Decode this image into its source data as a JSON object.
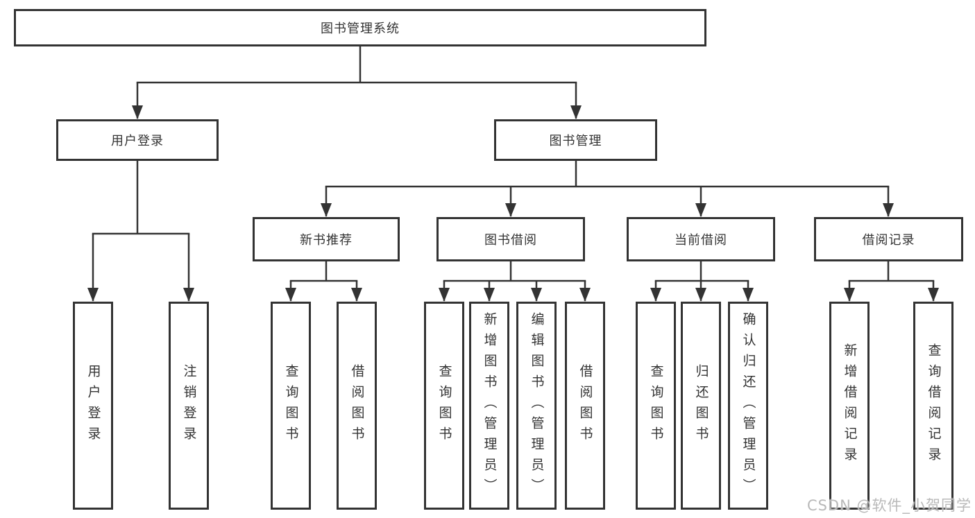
{
  "diagram": {
    "root": {
      "label": "图书管理系统"
    },
    "level2": [
      {
        "label": "用户登录"
      },
      {
        "label": "图书管理"
      }
    ],
    "level3": [
      {
        "label": "新书推荐"
      },
      {
        "label": "图书借阅"
      },
      {
        "label": "当前借阅"
      },
      {
        "label": "借阅记录"
      }
    ],
    "leaves": {
      "user_login": [
        {
          "label": "用户登录"
        },
        {
          "label": "注销登录"
        }
      ],
      "new_book_recommend": [
        {
          "label": "查询图书"
        },
        {
          "label": "借阅图书"
        }
      ],
      "book_borrowing": [
        {
          "label": "查询图书"
        },
        {
          "label": "新增图书（管理员）"
        },
        {
          "label": "编辑图书（管理员）"
        },
        {
          "label": "借阅图书"
        }
      ],
      "current_borrowing": [
        {
          "label": "查询图书"
        },
        {
          "label": "归还图书"
        },
        {
          "label": "确认归还（管理员）"
        }
      ],
      "borrowing_records": [
        {
          "label": "新增借阅记录"
        },
        {
          "label": "查询借阅记录"
        }
      ]
    }
  },
  "watermark": {
    "text": "CSDN @软件_小贺同学"
  },
  "colors": {
    "line": "#333333",
    "box_border": "#333333",
    "text": "#333333",
    "watermark": "#b9b9b9",
    "background": "#ffffff"
  }
}
